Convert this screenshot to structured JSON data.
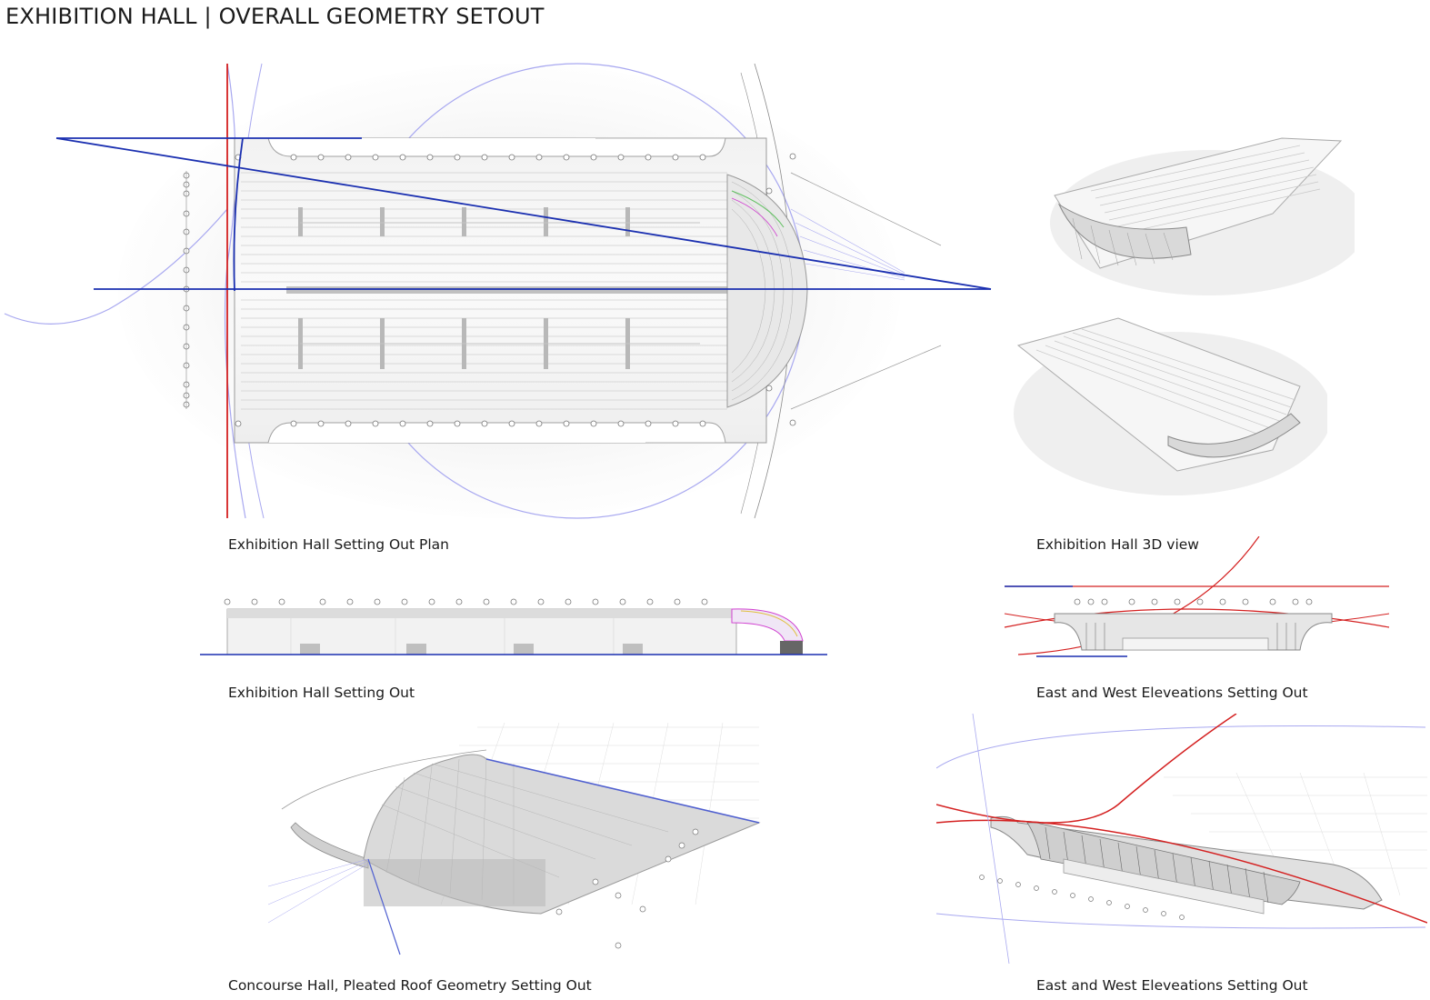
{
  "page": {
    "title": "EXHIBITION HALL | OVERALL GEOMETRY SETOUT"
  },
  "captions": {
    "plan": "Exhibition Hall Setting Out Plan",
    "view3d": "Exhibition Hall 3D view",
    "setting_out": "Exhibition Hall Setting Out",
    "elevations_1": "East and West Eleveations Setting Out",
    "concourse": "Concourse Hall, Pleated Roof Geometry Setting Out",
    "elevations_2": "East and West Eleveations Setting Out"
  },
  "colors": {
    "setout_blue": "#1a2fb0",
    "setout_red": "#d42020",
    "construction_lavender": "#a8a8f0",
    "model_grey": "#d9d9d9",
    "pleat_magenta": "#d040d0",
    "pleat_green": "#60c060",
    "pleat_yellow": "#e0c040"
  }
}
